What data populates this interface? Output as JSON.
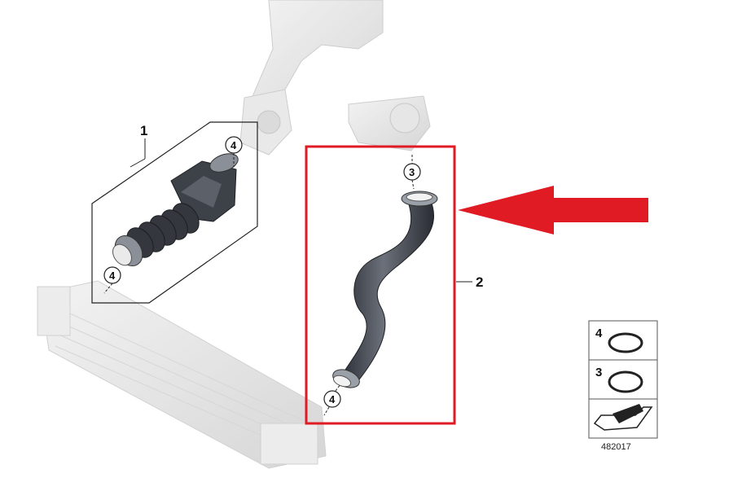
{
  "diagram": {
    "part_labels": {
      "part_1": "1",
      "part_2": "2"
    },
    "callouts": {
      "upper_left_clamp": "4",
      "lower_left_clamp": "4",
      "upper_right_clamp": "3",
      "lower_right_clamp": "4"
    },
    "legend": {
      "rows": [
        {
          "number": "4",
          "icon": "o-ring-icon"
        },
        {
          "number": "3",
          "icon": "o-ring-icon"
        }
      ],
      "bottom_icon": "arrow-direction-icon"
    },
    "reference_number": "482017",
    "colors": {
      "highlight_red": "#e01b24",
      "hose_dark": "#3b3f47",
      "background_parts": "#d8d8d8"
    }
  }
}
